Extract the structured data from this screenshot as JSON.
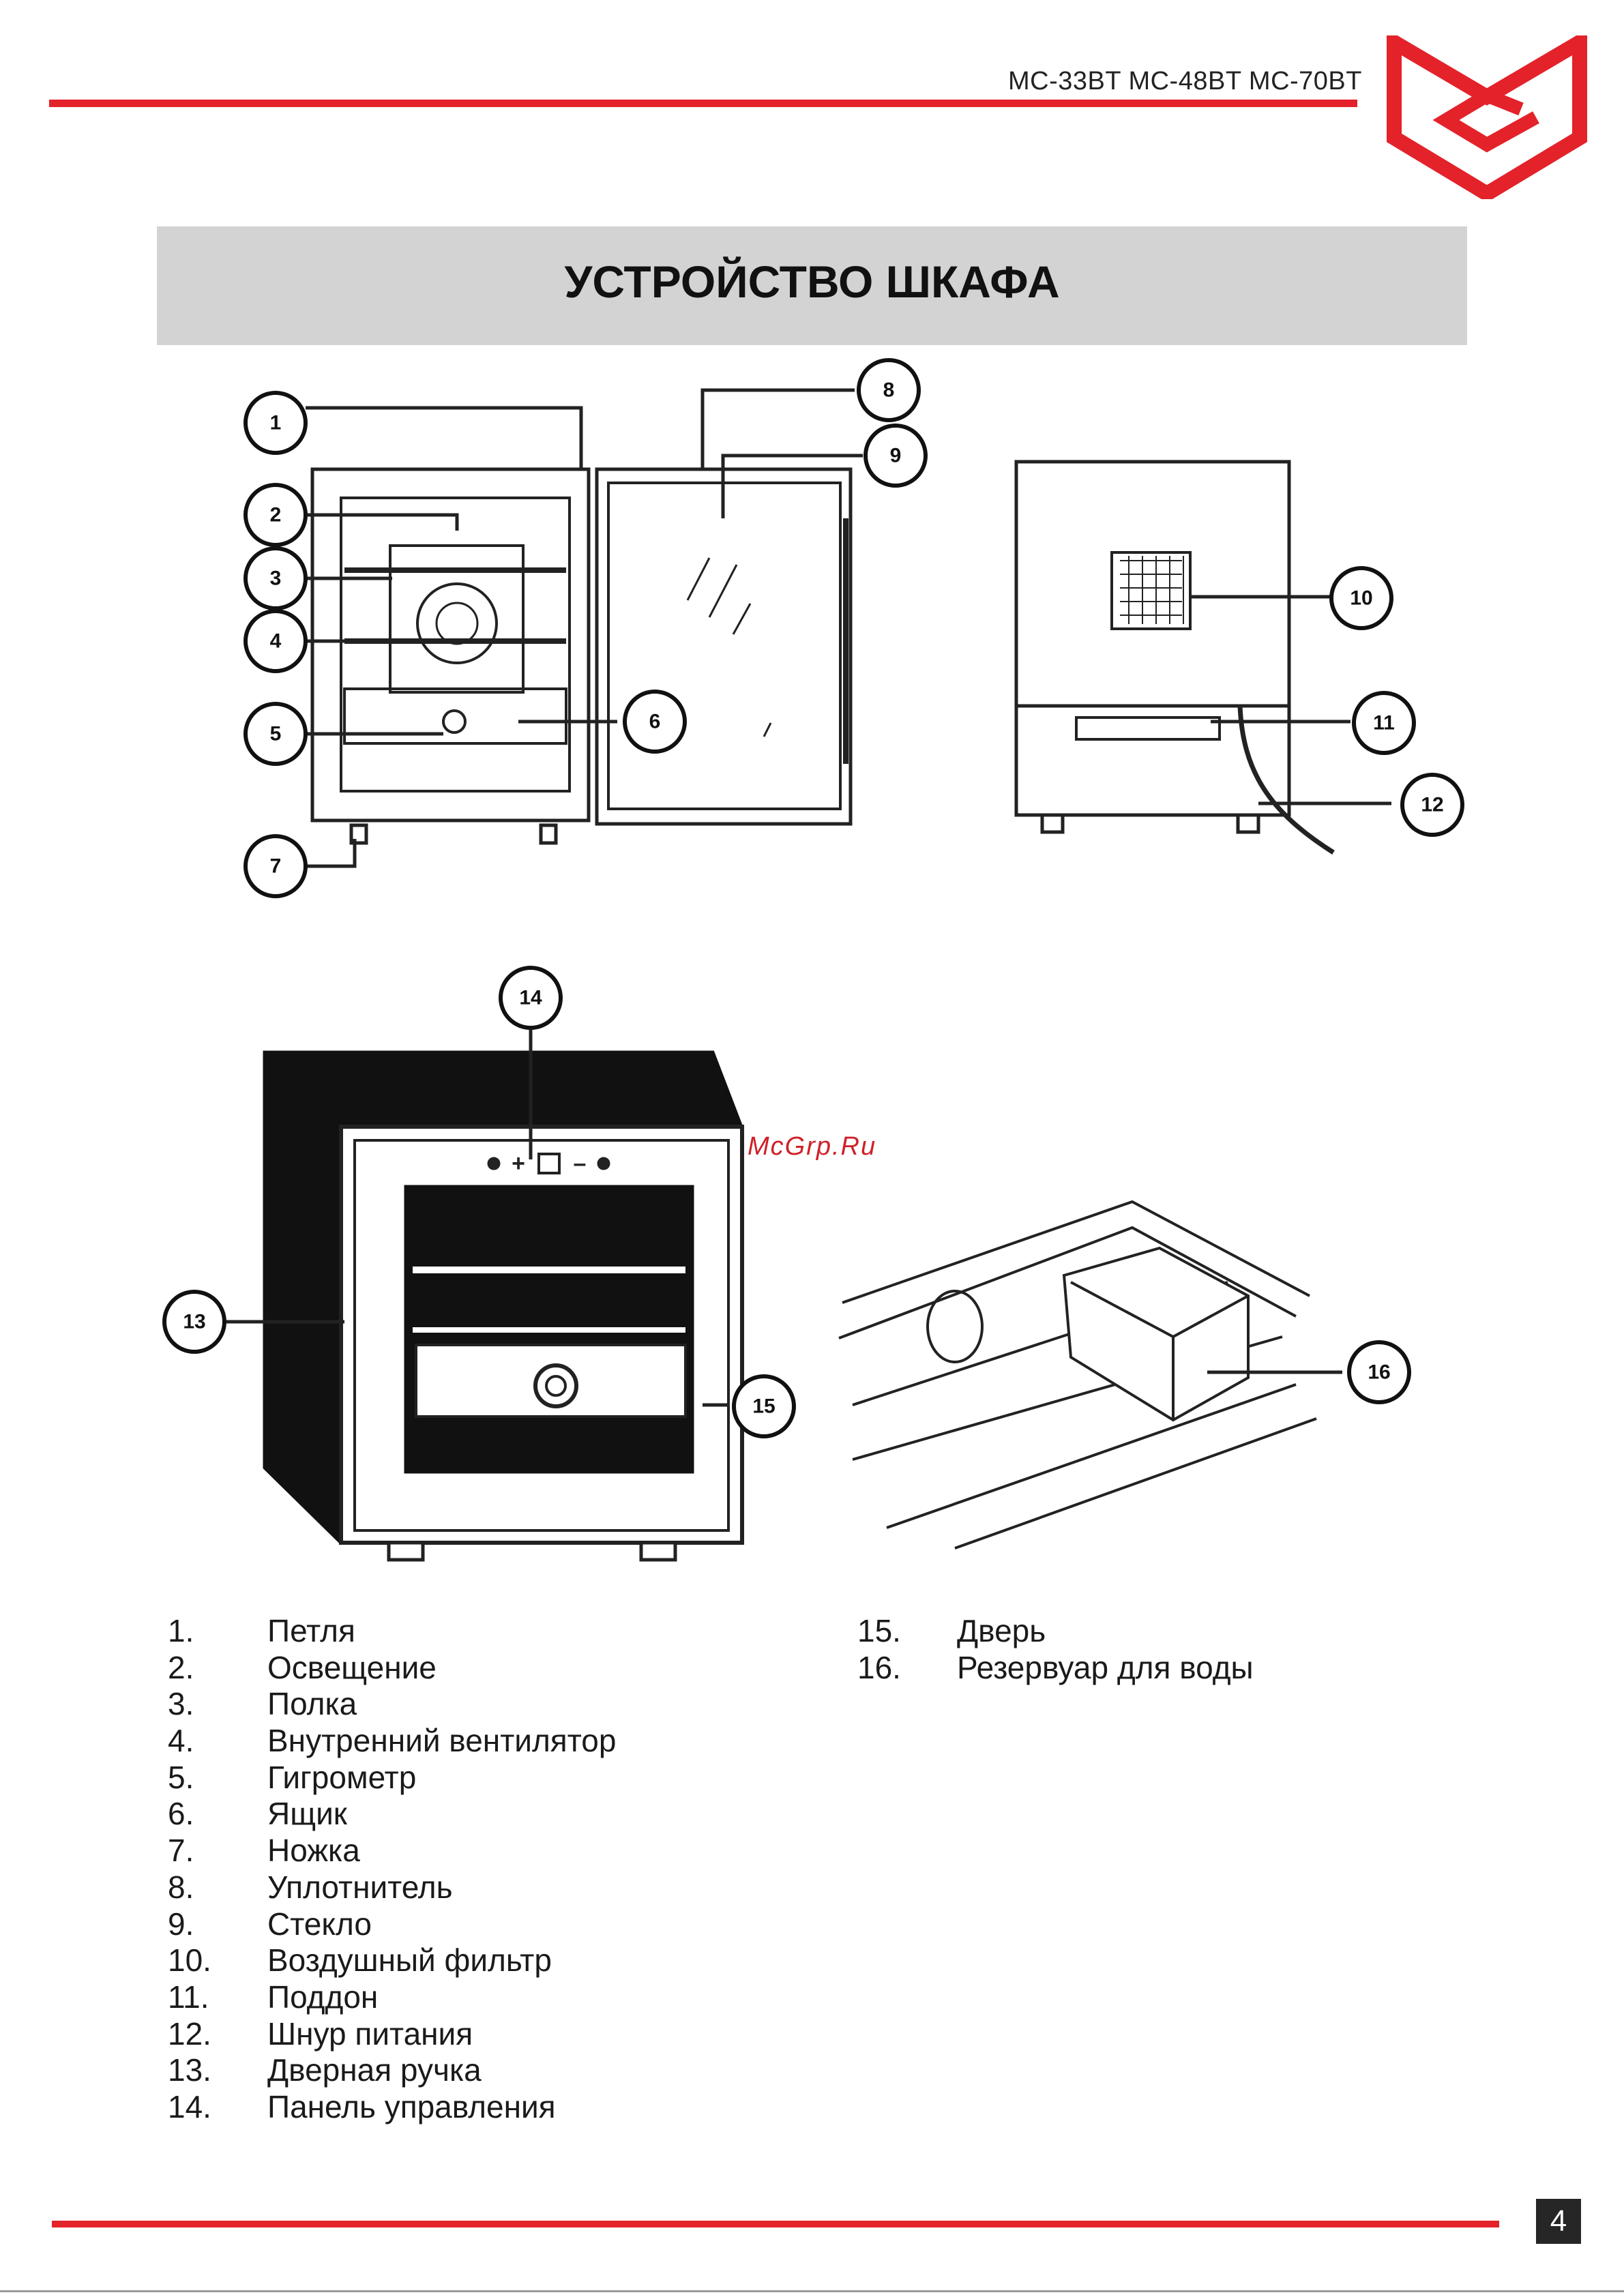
{
  "header": {
    "models": "MC-33BT MC-48BT MC-70BT",
    "brand_color": "#e3222a"
  },
  "title": "УСТРОЙСТВО ШКАФА",
  "watermark": "McGrp.Ru",
  "callouts": [
    "1",
    "2",
    "3",
    "4",
    "5",
    "6",
    "7",
    "8",
    "9",
    "10",
    "11",
    "12",
    "13",
    "14",
    "15",
    "16"
  ],
  "control_panel_symbols": {
    "plus": "+",
    "minus": "–"
  },
  "legend": {
    "col1": [
      {
        "num": "1.",
        "label": "Петля"
      },
      {
        "num": "2.",
        "label": "Освещение"
      },
      {
        "num": "3.",
        "label": "Полка"
      },
      {
        "num": "4.",
        "label": "Внутренний вентилятор"
      },
      {
        "num": "5.",
        "label": "Гигрометр"
      },
      {
        "num": "6.",
        "label": "Ящик"
      },
      {
        "num": "7.",
        "label": "Ножка"
      },
      {
        "num": "8.",
        "label": "Уплотнитель"
      },
      {
        "num": "9.",
        "label": "Стекло"
      },
      {
        "num": "10.",
        "label": "Воздушный фильтр"
      },
      {
        "num": "11.",
        "label": "Поддон"
      },
      {
        "num": "12.",
        "label": "Шнур питания"
      },
      {
        "num": "13.",
        "label": "Дверная ручка"
      },
      {
        "num": "14.",
        "label": "Панель управления"
      }
    ],
    "col2": [
      {
        "num": "15.",
        "label": "Дверь"
      },
      {
        "num": "16.",
        "label": "Резервуар для воды"
      }
    ]
  },
  "page_number": "4"
}
